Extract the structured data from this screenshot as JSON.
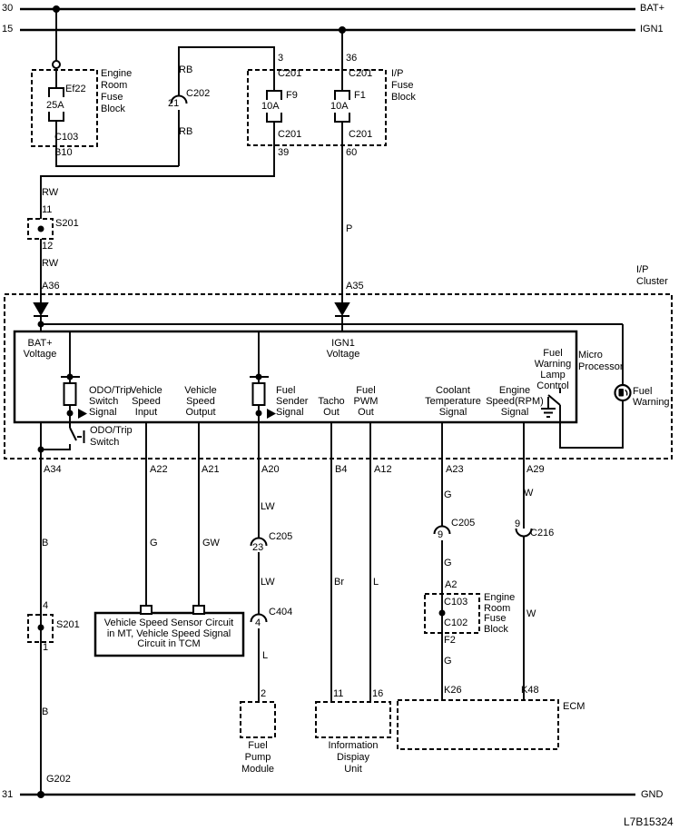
{
  "buses": {
    "bat": {
      "num": "30",
      "label": "BAT+"
    },
    "ign": {
      "num": "15",
      "label": "IGN1"
    },
    "gnd": {
      "num": "31",
      "label": "GND"
    }
  },
  "top": {
    "engine_room_fuse_block": {
      "title": "Engine\nRoom\nFuse\nBlock",
      "fuse": "Ef22",
      "rating": "25A",
      "connector": "C103",
      "pin": "B10"
    },
    "wire_rb_upper": "RB",
    "c202": {
      "name": "C202",
      "pin": "21"
    },
    "wire_rb_lower": "RB",
    "ip_fuse_block": {
      "title": "I/P\nFuse\nBlock",
      "f9": {
        "pin_in": "3",
        "conn_in": "C201",
        "name": "F9",
        "rating": "10A",
        "conn_out": "C201",
        "pin_out": "39"
      },
      "f1": {
        "pin_in": "36",
        "conn_in": "C201",
        "name": "F1",
        "rating": "10A",
        "conn_out": "C201",
        "pin_out": "60"
      }
    },
    "wire_rw_upper": "RW",
    "s201_upper": {
      "pin_in": "11",
      "name": "S201",
      "pin_out": "12"
    },
    "wire_rw_lower": "RW",
    "wire_p": "P"
  },
  "cluster": {
    "title": "I/P\nCluster",
    "pin_a36": "A36",
    "pin_a35": "A35",
    "bat_voltage": "BAT+\nVoltage",
    "ign1_voltage": "IGN1\nVoltage",
    "signals": {
      "odo_trip_switch_signal": "ODO/Trip\nSwitch\nSignal",
      "vehicle_speed_input": "Vehicle\nSpeed\nInput",
      "vehicle_speed_output": "Vehicle\nSpeed\nOutput",
      "fuel_sender_signal": "Fuel\nSender\nSignal",
      "tacho_out": "Tacho\nOut",
      "fuel_pwm_out": "Fuel\nPWM\nOut",
      "coolant_temperature_signal": "Coolant\nTemperature\nSignal",
      "engine_speed_rpm_signal": "Engine\nSpeed(RPM)\nSignal",
      "fuel_warning_lamp_control": "Fuel\nWarning\nLamp\nControl"
    },
    "micro_processor": "Micro\nProcessor",
    "fuel_warning": "Fuel\nWarning",
    "odo_trip_switch": "ODO/Trip\nSwitch",
    "pins_bottom": {
      "a34": "A34",
      "a22": "A22",
      "a21": "A21",
      "a20": "A20",
      "b4": "B4",
      "a12": "A12",
      "a23": "A23",
      "a29": "A29"
    }
  },
  "lower": {
    "wire_b_upper": "B",
    "s201_lower": {
      "pin_in": "4",
      "name": "S201",
      "pin_out": "1"
    },
    "wire_b_lower": "B",
    "ground_ref": "G202",
    "wire_g": "G",
    "wire_gw": "GW",
    "vss_box": "Vehicle Speed Sensor Circuit\nin MT, Vehicle Speed Signal\nCircuit in TCM",
    "wire_lw_upper": "LW",
    "c205_mid": {
      "name": "C205",
      "pin": "23"
    },
    "wire_lw_lower": "LW",
    "c404": {
      "name": "C404",
      "pin": "4"
    },
    "wire_l_mid": "L",
    "fuel_pump": {
      "pin": "2",
      "title": "Fuel\nPump\nModule"
    },
    "wire_br": "Br",
    "wire_l_right": "L",
    "info_display": {
      "pin_left": "11",
      "pin_right": "16",
      "title": "Information\nDispiay\nUnit"
    },
    "wire_g_a23_upper": "G",
    "c205_right": {
      "name": "C205",
      "pin": "9"
    },
    "wire_g_a23_mid": "G",
    "engine_room_fuse_block": {
      "pin_in": "A2",
      "conn_in": "C103",
      "conn_out": "C102",
      "pin_out": "F2",
      "title": "Engine\nRoom\nFuse\nBlock"
    },
    "wire_g_a23_lower": "G",
    "wire_w_a29_upper": "W",
    "c216": {
      "name": "C216",
      "pin": "9"
    },
    "wire_w_a29_lower": "W",
    "ecm": {
      "pin_left": "K26",
      "pin_right": "K48",
      "title": "ECM"
    }
  },
  "drawing_number": "L7B15324"
}
